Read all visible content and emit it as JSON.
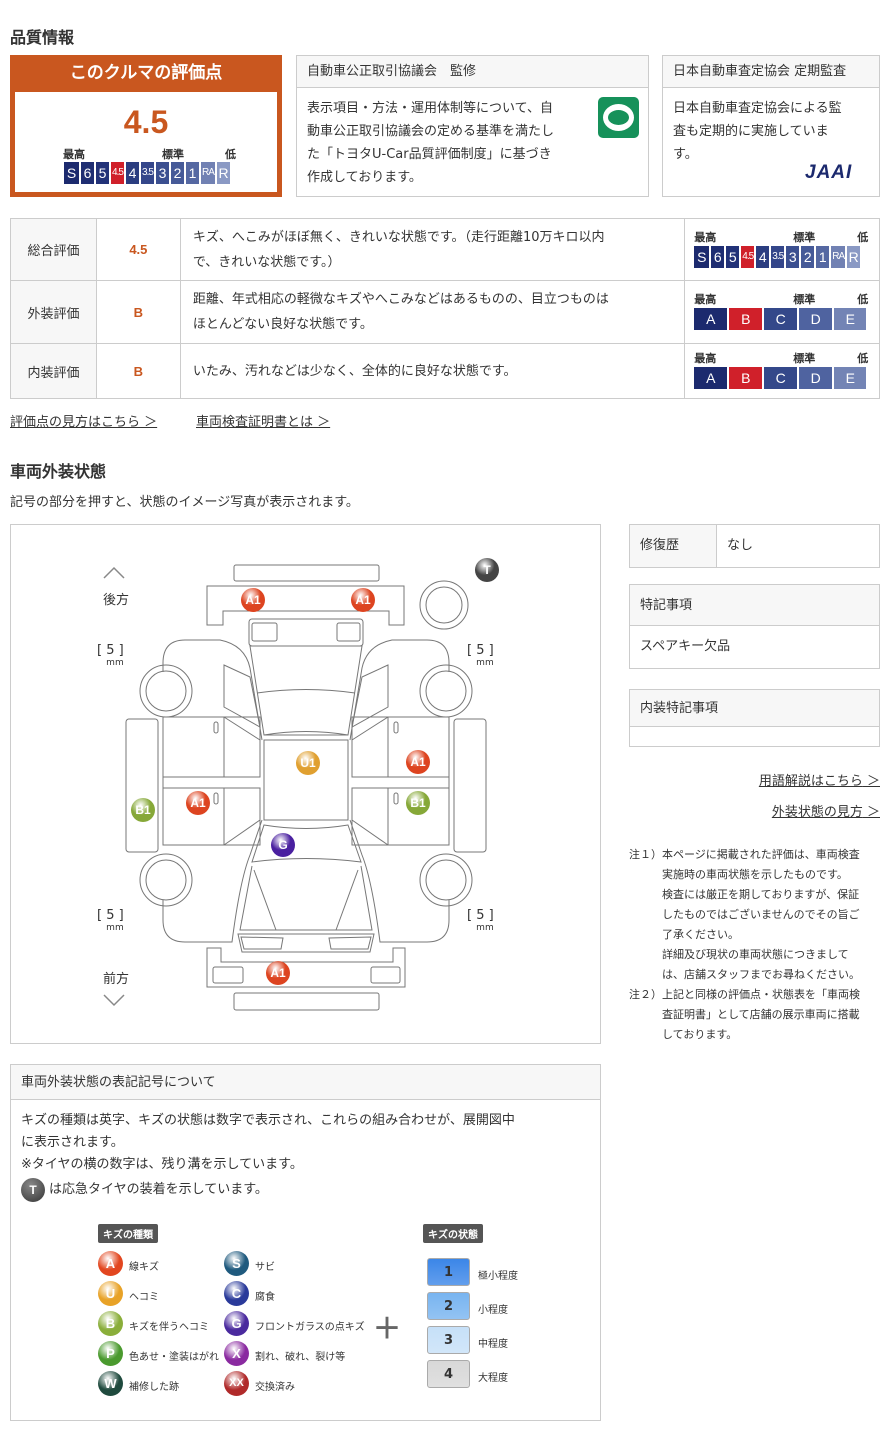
{
  "quality": {
    "heading": "品質情報",
    "score_title": "このクルマの評価点",
    "score": "4.5",
    "scale_labels": {
      "high": "最高",
      "std": "標準",
      "low": "低"
    },
    "scale": [
      "S",
      "6",
      "5",
      "4.5",
      "4",
      "3.5",
      "3",
      "2",
      "1",
      "RA",
      "R"
    ],
    "scale_active": "4.5",
    "letter_scale": [
      "A",
      "B",
      "C",
      "D",
      "E"
    ],
    "colors": {
      "accent": "#c9571f",
      "active": "#d0202a",
      "navy": "#1c2a6e"
    },
    "supervision": {
      "title": "自動車公正取引協議会　監修",
      "lines": [
        "表示項目・方法・運用体制等について、自",
        "動車公正取引協議会の定める基準を満たし",
        "た「トヨタU-Car品質評価制度」に基づき",
        "作成しております。"
      ]
    },
    "audit": {
      "title": "日本自動車査定協会 定期監査",
      "lines": [
        "日本自動車査定協会による監",
        "査も定期的に実施していま",
        "す。"
      ],
      "logo": "JAAI"
    }
  },
  "evaluation": [
    {
      "label": "総合評価",
      "score": "4.5",
      "desc_lines": [
        "キズ、へこみがほぼ無く、きれいな状態です。（走行距離10万キロ以内",
        "で、きれいな状態です。）"
      ],
      "type": "num",
      "active": "4.5"
    },
    {
      "label": "外装評価",
      "score": "B",
      "desc_lines": [
        "距離、年式相応の軽微なキズやへこみなどはあるものの、目立つものは",
        "ほとんどない良好な状態です。"
      ],
      "type": "letter",
      "active": "B"
    },
    {
      "label": "内装評価",
      "score": "B",
      "desc_lines": [
        "いたみ、汚れなどは少なく、全体的に良好な状態です。"
      ],
      "type": "letter",
      "active": "B"
    }
  ],
  "links": {
    "score_guide": "評価点の見方はこちら",
    "certificate": "車両検査証明書とは",
    "glossary": "用語解説はこちら",
    "exterior_guide": "外装状態の見方"
  },
  "exterior": {
    "heading": "車両外装状態",
    "subtitle": "記号の部分を押すと、状態のイメージ写真が表示されます。",
    "rear_label": "後方",
    "front_label": "前方",
    "tread": {
      "rear_left": "5",
      "rear_right": "5",
      "front_left": "5",
      "front_right": "5",
      "unit": "mm"
    },
    "spare_marker": "T",
    "markers": [
      "A1",
      "A1",
      "U1",
      "A1",
      "A1",
      "B1",
      "B1",
      "G",
      "A1"
    ]
  },
  "side": {
    "repair_label": "修復歴",
    "repair_value": "なし",
    "notes_title": "特記事項",
    "notes_value": "スペアキー欠品",
    "interior_title": "内装特記事項",
    "interior_value": ""
  },
  "footnotes": [
    {
      "k": "注１）",
      "lines": [
        "本ページに掲載された評価は、車両検査",
        "実施時の車両状態を示したものです。",
        "検査には厳正を期しておりますが、保証",
        "したものではございませんのでその旨ご",
        "了承ください。",
        "詳細及び現状の車両状態につきまして",
        "は、店舗スタッフまでお尋ねください。"
      ]
    },
    {
      "k": "注２）",
      "lines": [
        "上記と同様の評価点・状態表を「車両検",
        "査証明書」として店舗の展示車両に搭載",
        "しております。"
      ]
    }
  ],
  "legend": {
    "title": "車両外装状態の表記記号について",
    "lines": [
      "キズの種類は英字、キズの状態は数字で表示され、これらの組み合わせが、展開図中",
      "に表示されます。",
      "※タイヤの横の数字は、残り溝を示しています。"
    ],
    "spare_line": "は応急タイヤの装着を示しています。",
    "types_tag": "キズの種類",
    "levels_tag": "キズの状態",
    "types": [
      {
        "k": "A",
        "t": "線キズ",
        "c": "#e2461f"
      },
      {
        "k": "U",
        "t": "ヘコミ",
        "c": "#e8a227"
      },
      {
        "k": "B",
        "t": "キズを伴うヘコミ",
        "c": "#8aae3a"
      },
      {
        "k": "P",
        "t": "色あせ・塗装はがれ",
        "c": "#4a9a2e"
      },
      {
        "k": "W",
        "t": "補修した跡",
        "c": "#1f4a3e"
      },
      {
        "k": "S",
        "t": "サビ",
        "c": "#1f5a7e"
      },
      {
        "k": "C",
        "t": "腐食",
        "c": "#2a3a9a"
      },
      {
        "k": "G",
        "t": "フロントガラスの点キズ",
        "c": "#4a2a9e"
      },
      {
        "k": "X",
        "t": "割れ、破れ、裂け等",
        "c": "#8a2aa0"
      },
      {
        "k": "XX",
        "t": "交換済み",
        "c": "#b02a2a"
      }
    ],
    "plus": "＋",
    "levels": [
      {
        "k": "1",
        "t": "極小程度",
        "c": "#3b86e8"
      },
      {
        "k": "2",
        "t": "小程度",
        "c": "#78b4f0"
      },
      {
        "k": "3",
        "t": "中程度",
        "c": "#c6e0f8"
      },
      {
        "k": "4",
        "t": "大程度",
        "c": "#d8d8d8"
      }
    ]
  }
}
